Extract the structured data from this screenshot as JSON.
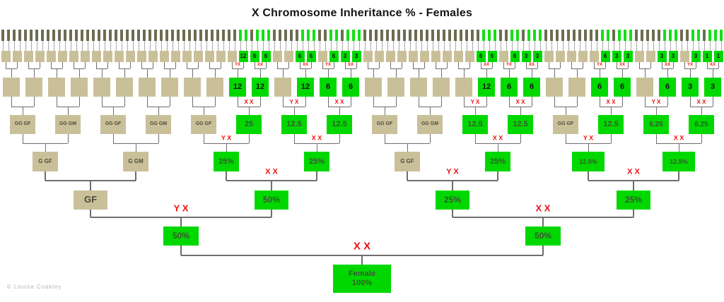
{
  "title": "X Chromosome Inheritance % - Females",
  "copyright": "© Louise Coakley",
  "colors": {
    "contributor_green": "#00d800",
    "tick_green": "#15e015",
    "non_contributor_tan": "#c9c09a",
    "tick_tan": "#6c6c52",
    "chromosome_red": "#ee1111",
    "connector_gray": "#6e6e6e"
  },
  "generations": {
    "female": {
      "line1": "Female",
      "line2": "100%",
      "chrom": "X X"
    },
    "g2": [
      {
        "v": "50%",
        "c": "Y X"
      },
      {
        "v": "50%",
        "c": "X X"
      }
    ],
    "g3": [
      {
        "t": "GF"
      },
      {
        "v": "50%",
        "c": "X X"
      },
      {
        "v": "25%",
        "c": "Y X"
      },
      {
        "v": "25%",
        "c": "X X"
      }
    ],
    "g4": [
      {
        "t": "G GF"
      },
      {
        "t": "G GM"
      },
      {
        "v": "25%",
        "c": "Y X"
      },
      {
        "v": "25%",
        "c": "X X"
      },
      {
        "t": "G GF"
      },
      {
        "v": "25%",
        "c": "X X"
      },
      {
        "v": "12.5%",
        "c": "Y X"
      },
      {
        "v": "12.5%",
        "c": "X X"
      }
    ],
    "g5": [
      {
        "t": "GG GF"
      },
      {
        "t": "GG GM"
      },
      {
        "t": "GG GF"
      },
      {
        "t": "GG GM"
      },
      {
        "t": "GG GF"
      },
      {
        "v": "25",
        "c": "X X"
      },
      {
        "v": "12.5",
        "c": "Y X"
      },
      {
        "v": "12.5",
        "c": "X X"
      },
      {
        "t": "GG GF"
      },
      {
        "t": "GG GM"
      },
      {
        "v": "12.5",
        "c": "Y X"
      },
      {
        "v": "12.5",
        "c": "X X"
      },
      {
        "t": "GG GF"
      },
      {
        "v": "12.5",
        "c": "X X"
      },
      {
        "v": "6.25",
        "c": "Y X"
      },
      {
        "v": "6.25",
        "c": "X X"
      }
    ],
    "g6": [
      {
        "v": "",
        "c": ""
      },
      {
        "v": "",
        "c": ""
      },
      {
        "v": "",
        "c": ""
      },
      {
        "v": "",
        "c": ""
      },
      {
        "v": "",
        "c": ""
      },
      {
        "v": "",
        "c": ""
      },
      {
        "v": "",
        "c": ""
      },
      {
        "v": "",
        "c": ""
      },
      {
        "v": "",
        "c": ""
      },
      {
        "v": "",
        "c": ""
      },
      {
        "v": "12",
        "c": "YX"
      },
      {
        "v": "12",
        "c": "XX"
      },
      {
        "v": "",
        "c": ""
      },
      {
        "v": "12",
        "c": "XX"
      },
      {
        "v": "6",
        "c": "YX"
      },
      {
        "v": "6",
        "c": "XX"
      },
      {
        "v": "",
        "c": ""
      },
      {
        "v": "",
        "c": ""
      },
      {
        "v": "",
        "c": ""
      },
      {
        "v": "",
        "c": ""
      },
      {
        "v": "",
        "c": ""
      },
      {
        "v": "12",
        "c": "XX"
      },
      {
        "v": "6",
        "c": "YX"
      },
      {
        "v": "6",
        "c": "XX"
      },
      {
        "v": "",
        "c": ""
      },
      {
        "v": "",
        "c": ""
      },
      {
        "v": "6",
        "c": "YX"
      },
      {
        "v": "6",
        "c": "XX"
      },
      {
        "v": "",
        "c": ""
      },
      {
        "v": "6",
        "c": "XX"
      },
      {
        "v": "3",
        "c": "YX"
      },
      {
        "v": "3",
        "c": "XX"
      }
    ],
    "g7": [
      "",
      "",
      "",
      "",
      "",
      "",
      "",
      "",
      "",
      "",
      "",
      "",
      "",
      "",
      "",
      "",
      "",
      "",
      "",
      "",
      "",
      "12",
      "6",
      "6",
      "",
      "",
      "6",
      "6",
      "",
      "6",
      "3",
      "3",
      "",
      "",
      "",
      "",
      "",
      "",
      "",
      "",
      "",
      "",
      "6",
      "6",
      "",
      "6",
      "3",
      "3",
      "",
      "",
      "",
      "",
      "",
      "6",
      "3",
      "3",
      "",
      "",
      "3",
      "3",
      "",
      "3",
      "1",
      "1"
    ],
    "g8_ticks": "TTTTTTTTTTTTTTTTTTTTTTTTTTTTTTTTTTTTTTTTTTGGTGGGTTTTTGGGTTGGTGGGTTTTTTTTTTTTTTTTTTTTTGGGTTGGTGGGTTTTTTTTTTGGTGGGTTTTTGGGTTGGTGGG"
  }
}
